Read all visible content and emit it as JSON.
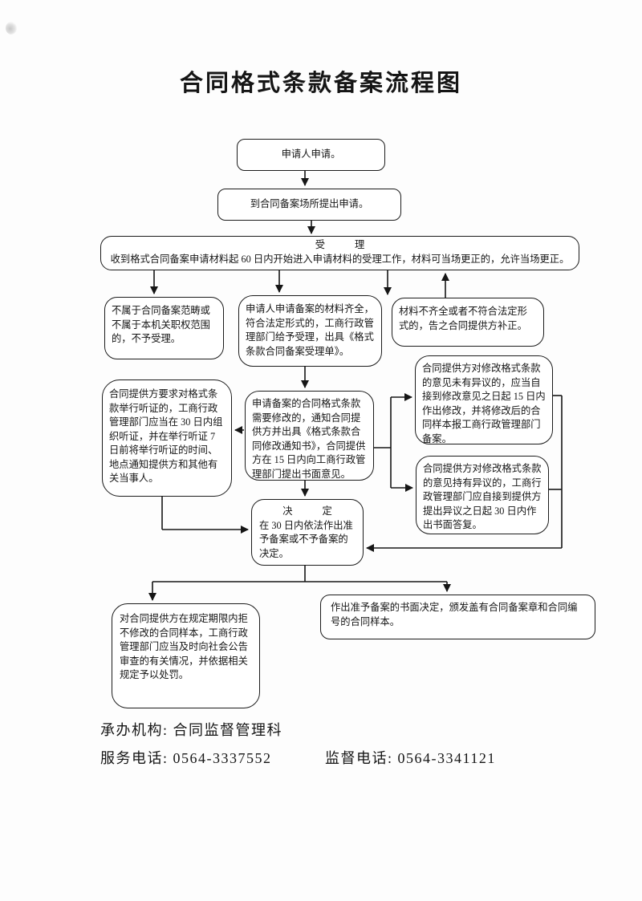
{
  "page": {
    "title": "合同格式条款备案流程图"
  },
  "nodes": {
    "apply": {
      "text": "申请人申请。"
    },
    "submit": {
      "text": "到合同备案场所提出申请。"
    },
    "accept": {
      "heading": "受            理",
      "text": "收到格式合同备案申请材料起 60 日内开始进入申请材料的受理工作，材料可当场更正的，允许当场更正。"
    },
    "reject": {
      "text": "不属于合同备案范畴或不属于本机关职权范围的，不予受理。"
    },
    "accepted": {
      "text": "申请人申请备案的材料齐全，符合法定形式的，工商行政管理部门给予受理，出具《格式条款合同备案受理单》。"
    },
    "incomplete": {
      "text": "材料不齐全或者不符合法定形式的，告之合同提供方补正。"
    },
    "hearing": {
      "text": "合同提供方要求对格式条款举行听证的，工商行政管理部门应当在 30 日内组织听证，并在举行听证 7 日前将举行听证的时间、地点通知提供方和其他有关当事人。"
    },
    "modify": {
      "text": "申请备案的合同格式条款需要修改的，通知合同提供方并出具《格式条款合同修改通知书》，合同提供方在 15 日内向工商行政管理部门提出书面意见。"
    },
    "noobjection": {
      "text": "合同提供方对修改格式条款的意见未有异议的，应当自接到修改意见之日起 15 日内作出修改，并将修改后的合同样本报工商行政管理部门备案。"
    },
    "objection": {
      "text": "合同提供方对修改格式条款的意见持有异议的，工商行政管理部门应自接到提供方提出异议之日起 30 日内作出书面答复。"
    },
    "decision": {
      "heading": "决            定",
      "text": "在 30 日内依法作出准予备案或不予备案的决定。"
    },
    "punish": {
      "text": "对合同提供方在规定期限内拒不修改的合同样本，工商行政管理部门应当及时向社会公告审查的有关情况，并依据相关规定予以处罚。"
    },
    "issue": {
      "text": "作出准予备案的书面决定，颁发盖有合同备案章和合同编号的合同样本。"
    }
  },
  "footer": {
    "agency_label": "承办机构: ",
    "agency_value": "合同监督管理科",
    "service_label": "服务电话: ",
    "service_value": "0564-3337552",
    "supervision_label": "监督电话: ",
    "supervision_value": "0564-3341121"
  },
  "colors": {
    "ink": "#161616",
    "paper": "#fdfdfd"
  }
}
